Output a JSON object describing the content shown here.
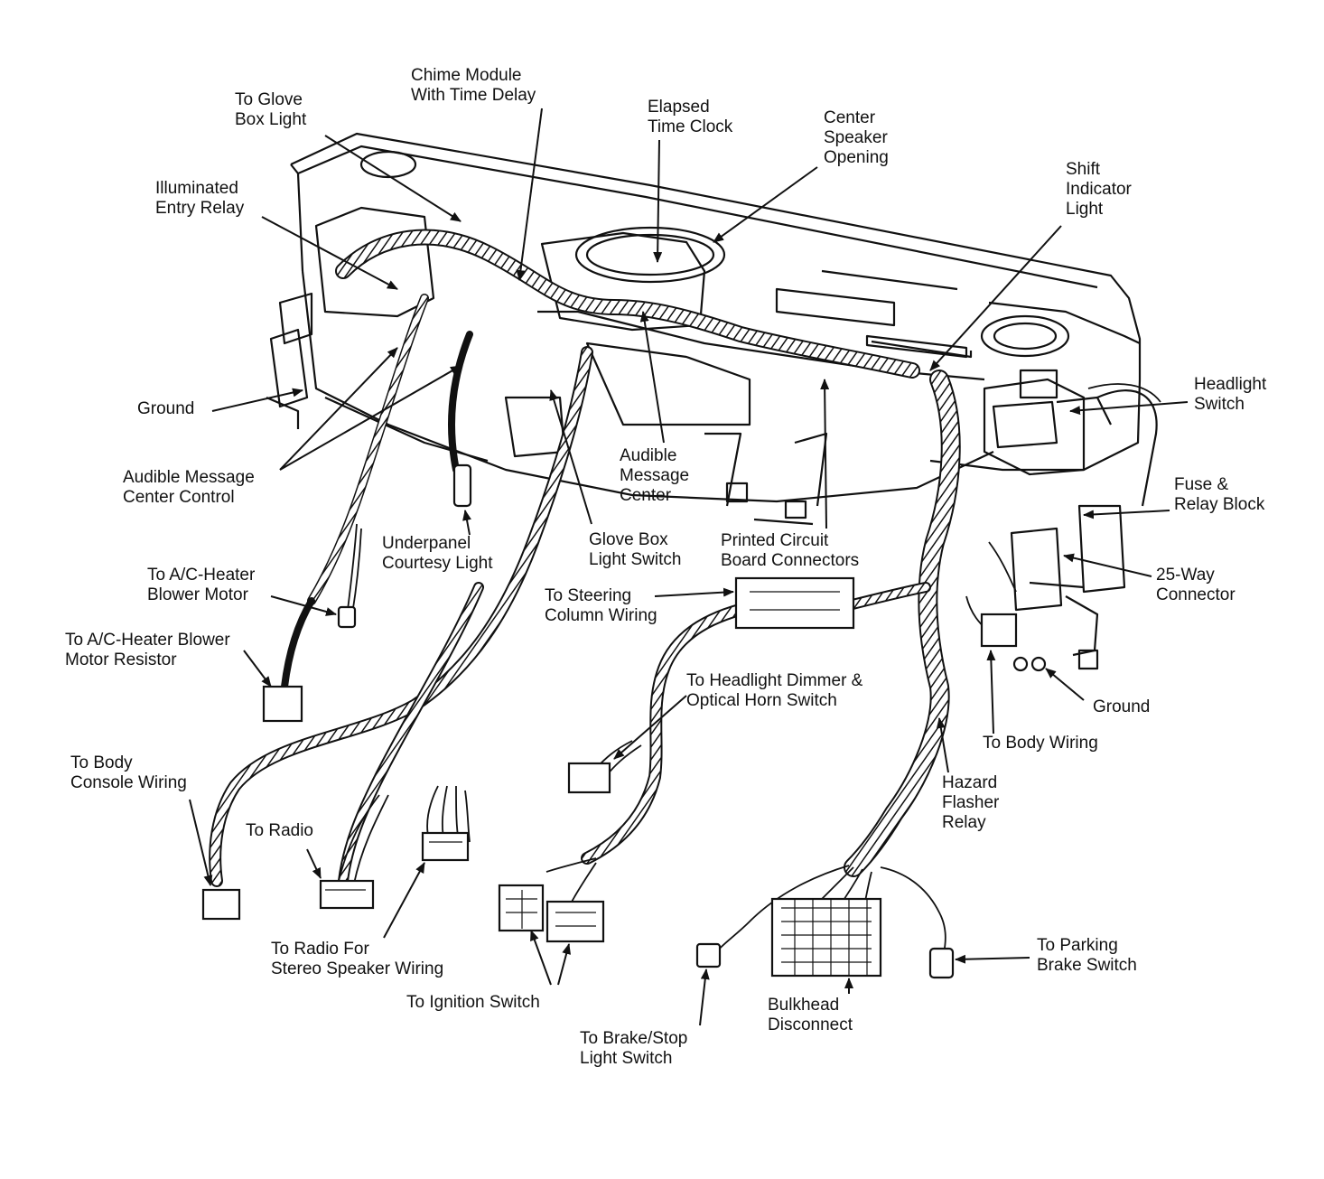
{
  "colors": {
    "ink": "#111111",
    "paper": "#ffffff"
  },
  "labels": {
    "chime_module": [
      "Chime Module",
      "With Time Delay"
    ],
    "glove_box_light": [
      "To Glove",
      "Box Light"
    ],
    "elapsed_time_clock": [
      "Elapsed",
      "Time Clock"
    ],
    "center_speaker": [
      "Center",
      "Speaker",
      "Opening"
    ],
    "illuminated_entry_relay": [
      "Illuminated",
      "Entry Relay"
    ],
    "shift_indicator": [
      "Shift",
      "Indicator",
      "Light"
    ],
    "headlight_switch": [
      "Headlight",
      "Switch"
    ],
    "ground_left": [
      "Ground"
    ],
    "fuse_relay_block": [
      "Fuse &",
      "Relay Block"
    ],
    "audible_message_center": [
      "Audible",
      "Message",
      "Center"
    ],
    "audible_message_center_control": [
      "Audible Message",
      "Center Control"
    ],
    "glove_box_light_switch": [
      "Glove Box",
      "Light Switch"
    ],
    "printed_circuit_board": [
      "Printed Circuit",
      "Board Connectors"
    ],
    "underpanel_courtesy_light": [
      "Underpanel",
      "Courtesy Light"
    ],
    "twenty_five_way": [
      "25-Way",
      "Connector"
    ],
    "ac_heater_blower_motor": [
      "To A/C-Heater",
      "Blower Motor"
    ],
    "steering_column": [
      "To Steering",
      "Column Wiring"
    ],
    "ac_heater_resistor": [
      "To A/C-Heater Blower",
      "Motor Resistor"
    ],
    "headlight_dimmer": [
      "To Headlight Dimmer &",
      "Optical Horn Switch"
    ],
    "ground_right": [
      "Ground"
    ],
    "body_wiring": [
      "To Body Wiring"
    ],
    "body_console": [
      "To Body",
      "Console Wiring"
    ],
    "hazard_flasher": [
      "Hazard",
      "Flasher",
      "Relay"
    ],
    "radio": [
      "To Radio"
    ],
    "radio_stereo": [
      "To Radio For",
      "Stereo Speaker Wiring"
    ],
    "parking_brake": [
      "To Parking",
      "Brake Switch"
    ],
    "ignition_switch": [
      "To Ignition Switch"
    ],
    "bulkhead": [
      "Bulkhead",
      "Disconnect"
    ],
    "brake_stop": [
      "To Brake/Stop",
      "Light Switch"
    ]
  }
}
